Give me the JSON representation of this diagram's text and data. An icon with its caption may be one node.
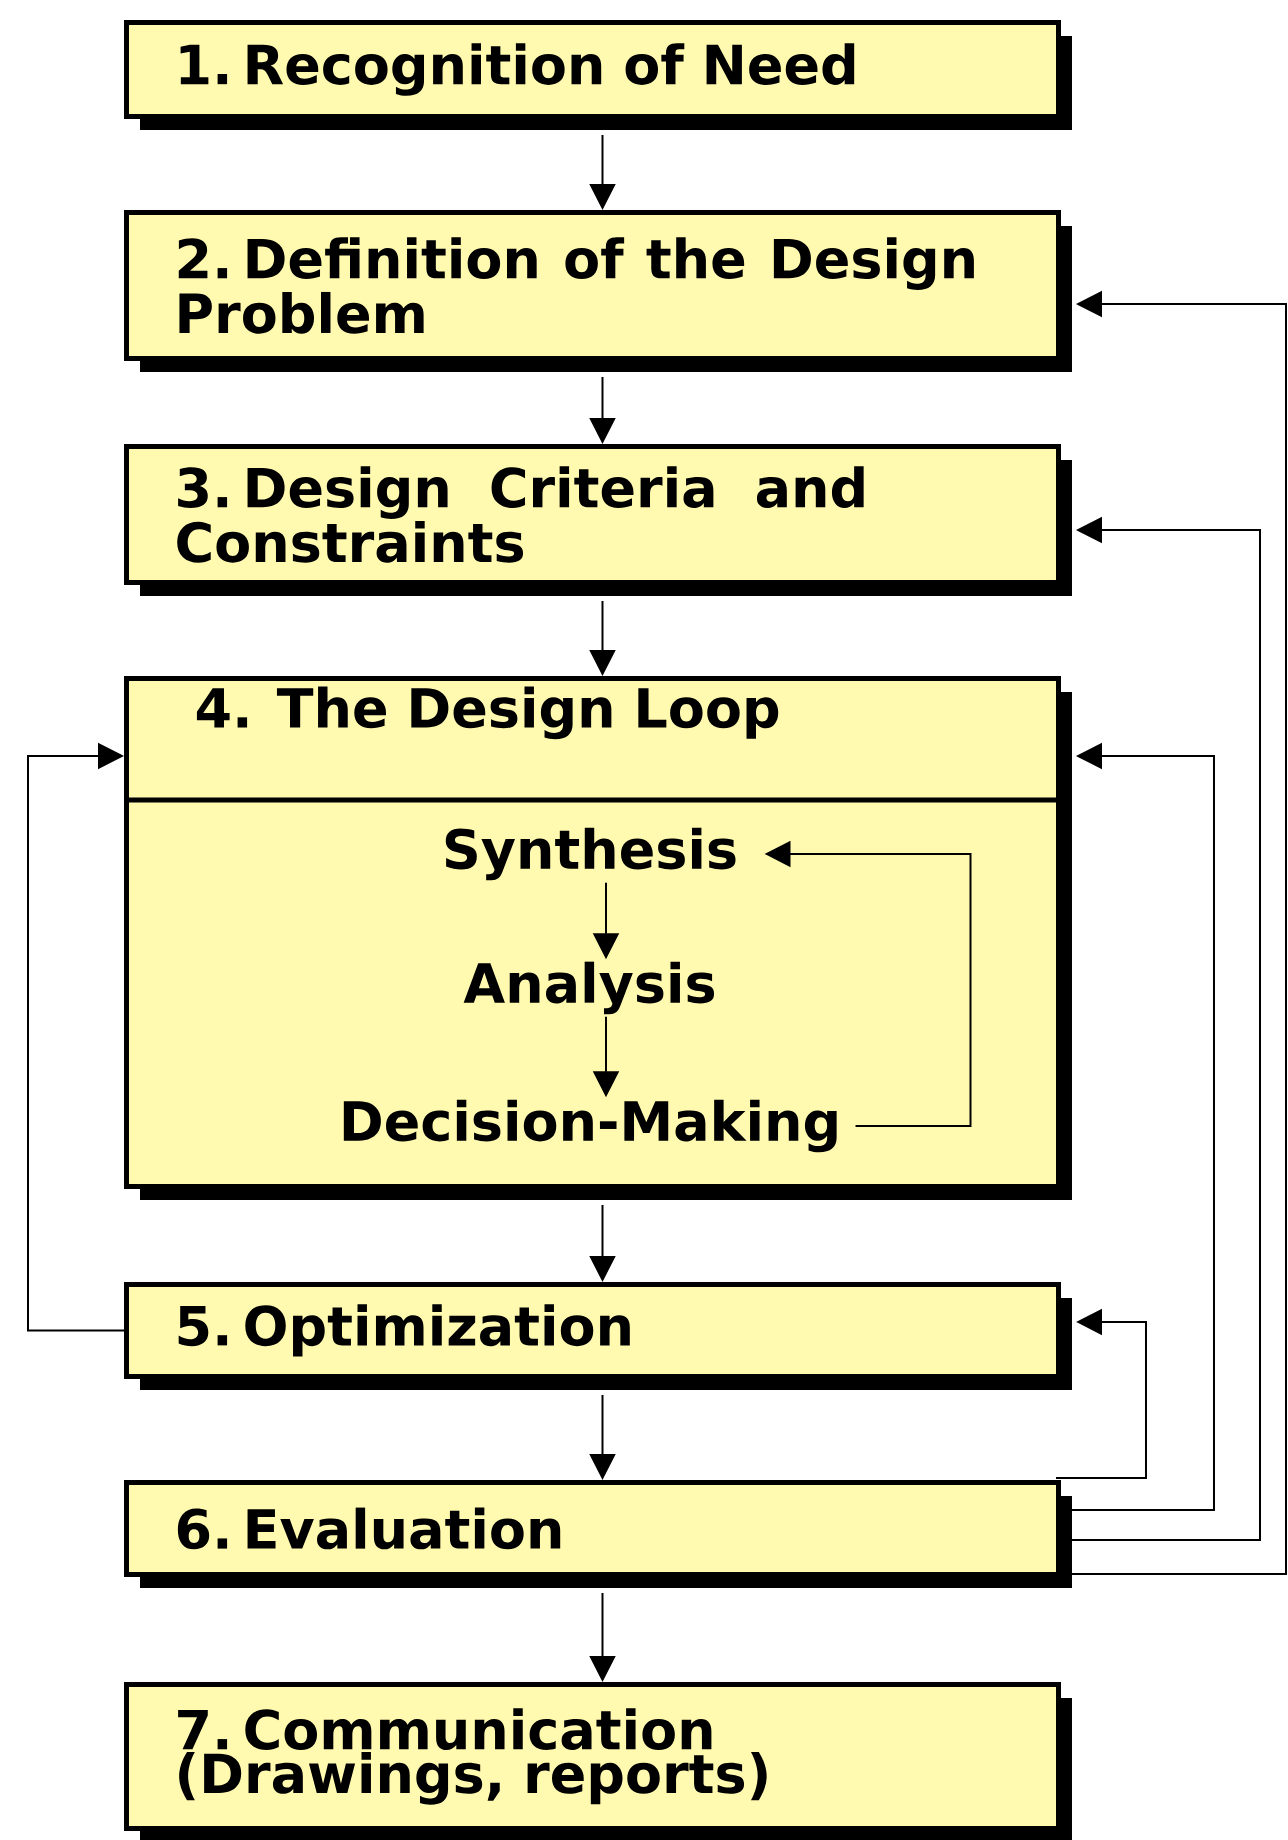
{
  "diagram": {
    "nodes": [
      {
        "text": [
          "1. Recognition of Need"
        ]
      },
      {
        "text": [
          "2. Definition of the Design Problem"
        ]
      },
      {
        "text": [
          "3. Design Criteria and Constraints"
        ]
      },
      {
        "text": [
          "4.  The Design Loop"
        ]
      },
      {
        "text": [
          "Synthesis"
        ],
        "in": 3
      },
      {
        "text": [
          "Analysis"
        ],
        "in": 3
      },
      {
        "text": [
          "Decision-Making"
        ],
        "in": 3
      },
      {
        "text": [
          "5. Optimization"
        ]
      },
      {
        "text": [
          "6. Evaluation"
        ]
      },
      {
        "text": [
          "7. Communication (Drawings, reports)"
        ]
      }
    ],
    "edges": [
      {
        "from": 0,
        "to": 1,
        "arrow": "to"
      },
      {
        "from": 1,
        "to": 2,
        "arrow": "to"
      },
      {
        "from": 2,
        "to": 3,
        "arrow": "to"
      },
      {
        "from": 4,
        "to": 5,
        "arrow": "to"
      },
      {
        "from": 5,
        "to": 6,
        "arrow": "to"
      },
      {
        "from": 6,
        "to": 4,
        "arrow": "to"
      },
      {
        "from": 3,
        "to": 7,
        "arrow": "to"
      },
      {
        "from": 7,
        "to": 3,
        "arrow": "to"
      },
      {
        "from": 7,
        "to": 8,
        "arrow": "to"
      },
      {
        "from": 8,
        "to": 7,
        "arrow": "to"
      },
      {
        "from": 8,
        "to": 3,
        "arrow": "to"
      },
      {
        "from": 8,
        "to": 2,
        "arrow": "to"
      },
      {
        "from": 8,
        "to": 1,
        "arrow": "to"
      },
      {
        "from": 8,
        "to": 9,
        "arrow": "to"
      }
    ]
  }
}
